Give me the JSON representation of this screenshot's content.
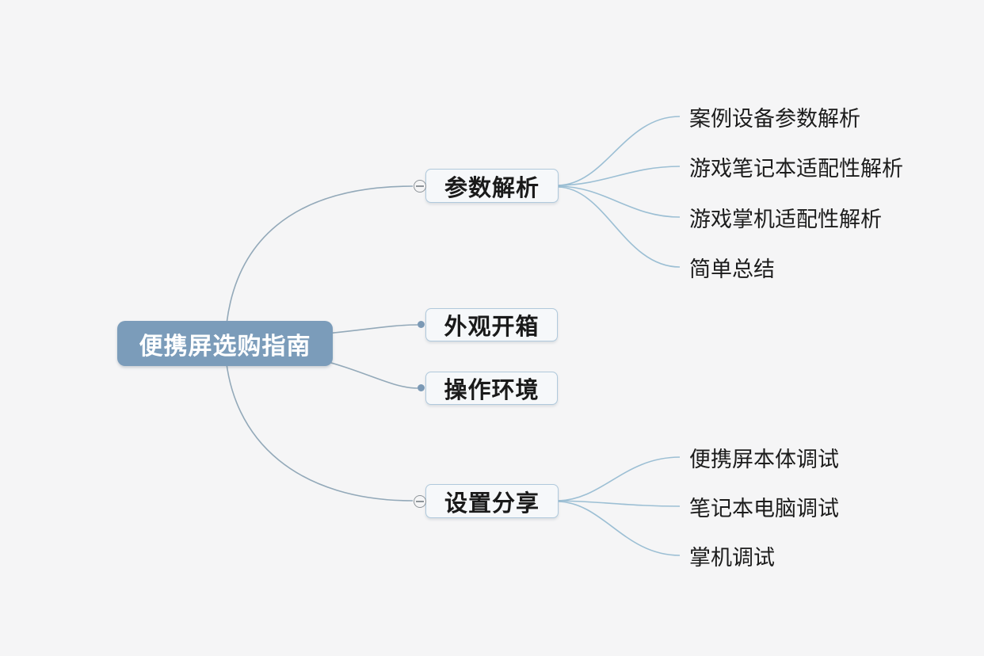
{
  "colors": {
    "background": "#f5f5f6",
    "root_fill": "#7b9cba",
    "root_text": "#ffffff",
    "branch_fill": "#f6f8fa",
    "branch_border": "#b0c9dc",
    "branch_text": "#1a1a1a",
    "leaf_text": "#1c1c1c",
    "root_connector": "#93a9b9",
    "leaf_connector": "#9cbfd4",
    "toggle_stroke": "#8e9499",
    "dot_fill": "#7b99b5"
  },
  "mindmap": {
    "root": {
      "label": "便携屏选购指南"
    },
    "branches": [
      {
        "label": "参数解析",
        "has_collapse_toggle": true,
        "children": [
          {
            "label": "案例设备参数解析"
          },
          {
            "label": "游戏笔记本适配性解析"
          },
          {
            "label": "游戏掌机适配性解析"
          },
          {
            "label": "简单总结"
          }
        ]
      },
      {
        "label": "外观开箱",
        "has_collapse_toggle": false,
        "children": []
      },
      {
        "label": "操作环境",
        "has_collapse_toggle": false,
        "children": []
      },
      {
        "label": "设置分享",
        "has_collapse_toggle": true,
        "children": [
          {
            "label": "便携屏本体调试"
          },
          {
            "label": "笔记本电脑调试"
          },
          {
            "label": "掌机调试"
          }
        ]
      }
    ]
  }
}
